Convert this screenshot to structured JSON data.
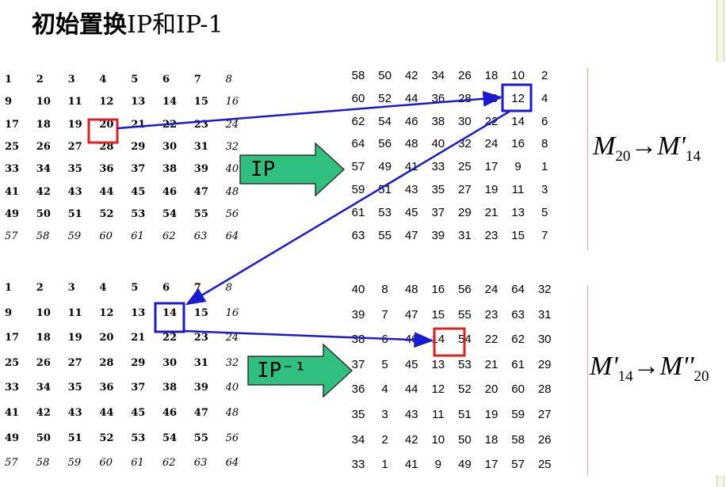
{
  "title": {
    "bold": "初始置换",
    "rest": "IP和IP-1"
  },
  "left_top": {
    "rows": [
      [
        "1",
        "2",
        "3",
        "4",
        "5",
        "6",
        "7",
        "8"
      ],
      [
        "9",
        "10",
        "11",
        "12",
        "13",
        "14",
        "15",
        "16"
      ],
      [
        "17",
        "18",
        "19",
        "20",
        "21",
        "22",
        "23",
        "24"
      ],
      [
        "25",
        "26",
        "27",
        "28",
        "29",
        "30",
        "31",
        "32"
      ],
      [
        "33",
        "34",
        "35",
        "36",
        "37",
        "38",
        "39",
        "40"
      ],
      [
        "41",
        "42",
        "43",
        "44",
        "45",
        "46",
        "47",
        "48"
      ],
      [
        "49",
        "50",
        "51",
        "52",
        "53",
        "54",
        "55",
        "56"
      ],
      [
        "57",
        "58",
        "59",
        "60",
        "61",
        "62",
        "63",
        "64"
      ]
    ]
  },
  "left_bottom": {
    "rows": [
      [
        "1",
        "2",
        "3",
        "4",
        "5",
        "6",
        "7",
        "8"
      ],
      [
        "9",
        "10",
        "11",
        "12",
        "13",
        "14",
        "15",
        "16"
      ],
      [
        "17",
        "18",
        "19",
        "20",
        "21",
        "22",
        "23",
        "24"
      ],
      [
        "25",
        "26",
        "27",
        "28",
        "29",
        "30",
        "31",
        "32"
      ],
      [
        "33",
        "34",
        "35",
        "36",
        "37",
        "38",
        "39",
        "40"
      ],
      [
        "41",
        "42",
        "43",
        "44",
        "45",
        "46",
        "47",
        "48"
      ],
      [
        "49",
        "50",
        "51",
        "52",
        "53",
        "54",
        "55",
        "56"
      ],
      [
        "57",
        "58",
        "59",
        "60",
        "61",
        "62",
        "63",
        "64"
      ]
    ]
  },
  "right_top": {
    "rows": [
      [
        "58",
        "50",
        "42",
        "34",
        "26",
        "18",
        "10",
        "2"
      ],
      [
        "60",
        "52",
        "44",
        "36",
        "28",
        "20",
        "12",
        "4"
      ],
      [
        "62",
        "54",
        "46",
        "38",
        "30",
        "22",
        "14",
        "6"
      ],
      [
        "64",
        "56",
        "48",
        "40",
        "32",
        "24",
        "16",
        "8"
      ],
      [
        "57",
        "49",
        "41",
        "33",
        "25",
        "17",
        "9",
        "1"
      ],
      [
        "59",
        "51",
        "43",
        "35",
        "27",
        "19",
        "11",
        "3"
      ],
      [
        "61",
        "53",
        "45",
        "37",
        "29",
        "21",
        "13",
        "5"
      ],
      [
        "63",
        "55",
        "47",
        "39",
        "31",
        "23",
        "15",
        "7"
      ]
    ]
  },
  "right_bottom": {
    "rows": [
      [
        "40",
        "8",
        "48",
        "16",
        "56",
        "24",
        "64",
        "32"
      ],
      [
        "39",
        "7",
        "47",
        "15",
        "55",
        "23",
        "63",
        "31"
      ],
      [
        "38",
        "6",
        "46",
        "14",
        "54",
        "22",
        "62",
        "30"
      ],
      [
        "37",
        "5",
        "45",
        "13",
        "53",
        "21",
        "61",
        "29"
      ],
      [
        "36",
        "4",
        "44",
        "12",
        "52",
        "20",
        "60",
        "28"
      ],
      [
        "35",
        "3",
        "43",
        "11",
        "51",
        "19",
        "59",
        "27"
      ],
      [
        "34",
        "2",
        "42",
        "10",
        "50",
        "18",
        "58",
        "26"
      ],
      [
        "33",
        "1",
        "41",
        "9",
        "49",
        "17",
        "57",
        "25"
      ]
    ]
  },
  "arrows": {
    "ip": {
      "label": "IP"
    },
    "ip_inverse": {
      "label": "IP⁻¹"
    }
  },
  "formula_top": {
    "from": "M",
    "from_sub": "20",
    "arrow": "→",
    "to": "M",
    "to_prime": "'",
    "to_sub": "14"
  },
  "formula_bottom": {
    "from": "M",
    "from_prime": "'",
    "from_sub": "14",
    "arrow": "→",
    "to": "M",
    "to_prime": "''",
    "to_sub": "20"
  },
  "colors": {
    "highlight_red": "#e02020",
    "highlight_blue": "#1a1ad0",
    "arrow_line": "#1a1ad0",
    "ip_arrow_fill": "#2fbf7f",
    "ip_arrow_stroke": "#333333"
  }
}
